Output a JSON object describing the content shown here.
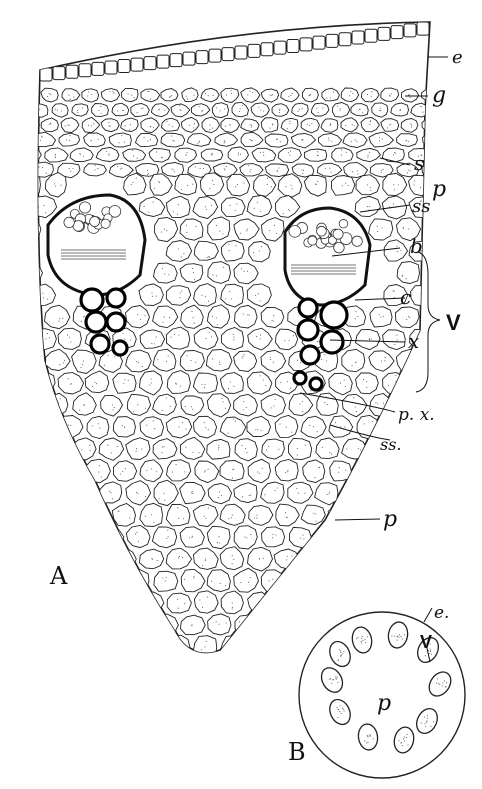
{
  "figure": {
    "panel_a": "A",
    "panel_b": "B",
    "labels": {
      "e": "e",
      "g": "g",
      "s": "s",
      "p": "p",
      "ss": "ss",
      "b": "b",
      "c": "c",
      "v": "V",
      "x": "x",
      "px": "p. x.",
      "ss2": "ss.",
      "p2": "p",
      "b_e": "e.",
      "b_v": "V",
      "b_p": "p"
    }
  }
}
